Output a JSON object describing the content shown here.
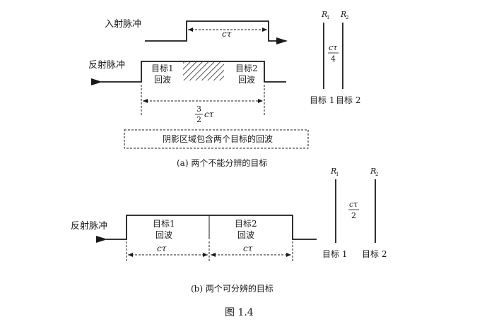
{
  "part_a": {
    "incident_pulse_label": "入射脉冲",
    "reflected_pulse_label": "反射脉冲",
    "pulse_width_label": "cτ",
    "target1_echo_line1": "目标1",
    "target1_echo_line2": "回波",
    "target2_echo_line1": "目标2",
    "target2_echo_line2": "回波",
    "span_numerator": "3",
    "span_denominator": "2",
    "span_suffix": "cτ",
    "shadow_note": "阴影区域包含两个目标的回波",
    "caption": "(a) 两个不能分辨的目标",
    "r1_label": "R",
    "r1_sub": "1",
    "r2_label": "R",
    "r2_sub": "2",
    "gap_numerator": "cτ",
    "gap_denominator": "4",
    "target1_label": "目标 1",
    "target2_label": "目标 2"
  },
  "part_b": {
    "reflected_pulse_label": "反射脉冲",
    "target1_echo_line1": "目标1",
    "target1_echo_line2": "回波",
    "target2_echo_line1": "目标2",
    "target2_echo_line2": "回波",
    "width1_label": "cτ",
    "width2_label": "cτ",
    "caption": "(b) 两个可分辨的目标",
    "r1_label": "R",
    "r1_sub": "1",
    "r2_label": "R",
    "r2_sub": "2",
    "gap_numerator": "cτ",
    "gap_denominator": "2",
    "target1_label": "目标 1",
    "target2_label": "目标 2"
  },
  "figure_caption": "图 1.4"
}
